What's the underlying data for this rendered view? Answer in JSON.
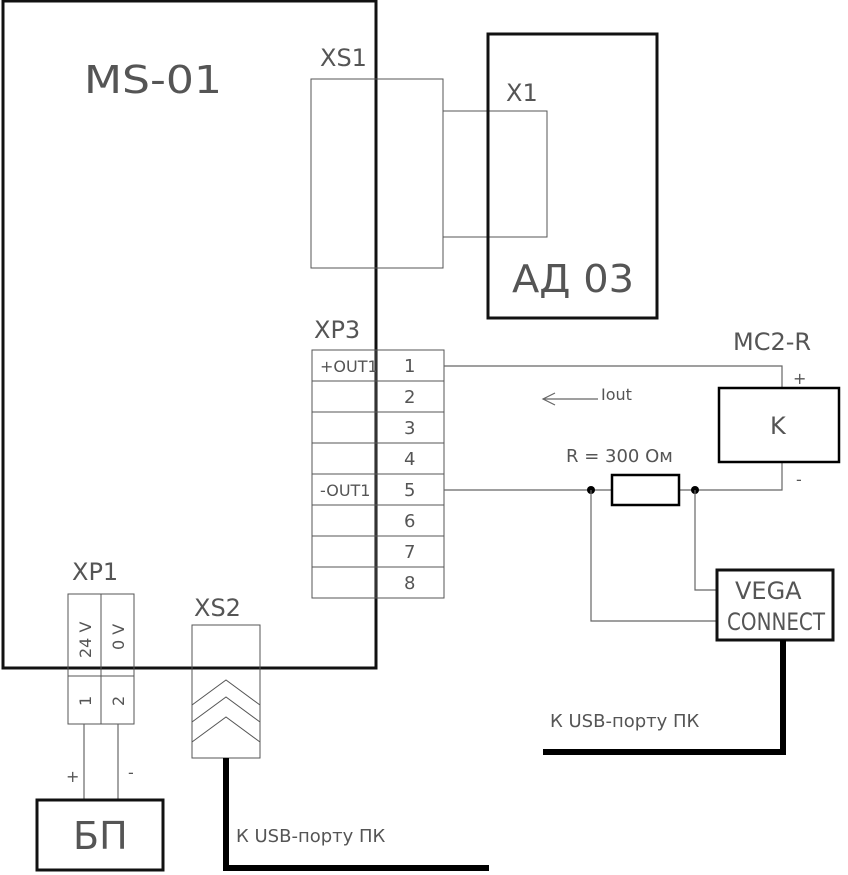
{
  "diagram": {
    "device_name": "MS-01",
    "xs1_label": "XS1",
    "x1_label": "X1",
    "ad_label": "АД 03",
    "xp3_label": "XP3",
    "xp3_pins": [
      "1",
      "2",
      "3",
      "4",
      "5",
      "6",
      "7",
      "8"
    ],
    "pin1_signal": "+OUT1",
    "pin5_signal": "-OUT1",
    "mc2_label": "MC2-R",
    "k_label": "K",
    "plus": "+",
    "minus": "-",
    "iout_label": "Iout",
    "resistor_label": "R = 300 Ом",
    "vega_line1": "VEGA",
    "vega_line2": "CONNECT",
    "usb_label": "К USB-порту ПК",
    "xp1_label": "XP1",
    "xp1_v1": "24 V",
    "xp1_v2": "0 V",
    "xp1_pin1": "1",
    "xp1_pin2": "2",
    "xs2_label": "XS2",
    "psu_label": "БП"
  }
}
